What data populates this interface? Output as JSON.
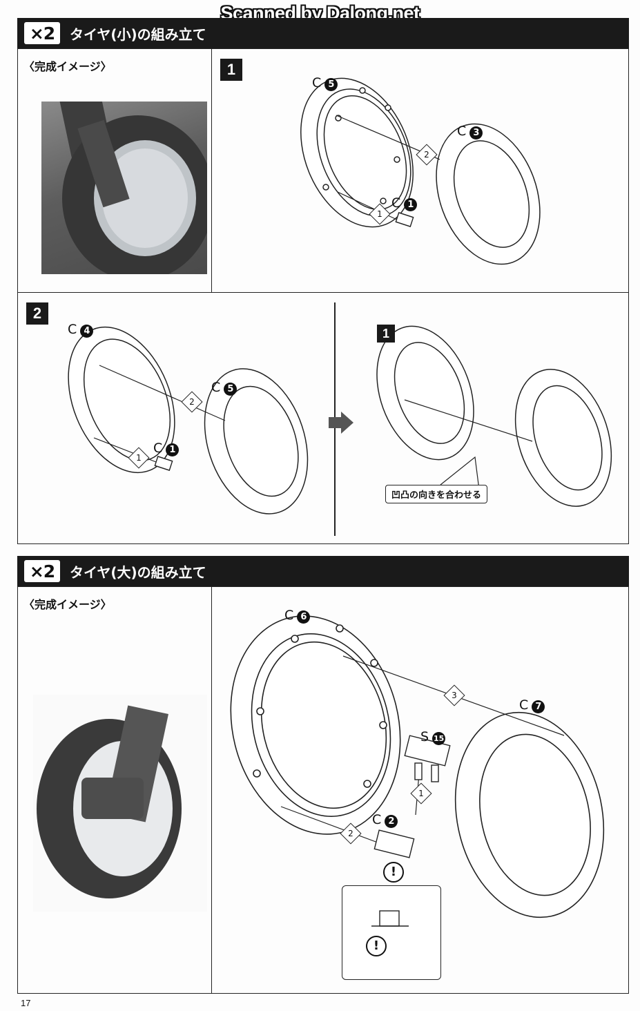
{
  "watermark": "Scanned by Dalong.net",
  "page_number": "17",
  "section1": {
    "quantity": "×2",
    "title": "タイヤ(小)の組み立て",
    "image_caption": "〈完成イメージ〉",
    "step1": {
      "number": "1",
      "parts": [
        "C5",
        "C3",
        "C1"
      ],
      "order": [
        "1",
        "2"
      ]
    },
    "step2": {
      "number": "2",
      "parts": [
        "C4",
        "C5",
        "C1"
      ],
      "order": [
        "1",
        "2"
      ],
      "substep_number": "1",
      "note": "凹凸の向きを合わせる"
    }
  },
  "section2": {
    "quantity": "×2",
    "title": "タイヤ(大)の組み立て",
    "image_caption": "〈完成イメージ〉",
    "parts": [
      "C6",
      "C7",
      "S15",
      "C2"
    ],
    "order": [
      "1",
      "2",
      "3"
    ],
    "caution": "!"
  },
  "part_labels": {
    "C": "C",
    "S": "S",
    "n1": "1",
    "n2": "2",
    "n3": "3",
    "n4": "4",
    "n5": "5",
    "n6": "6",
    "n7": "7",
    "n15": "15"
  }
}
